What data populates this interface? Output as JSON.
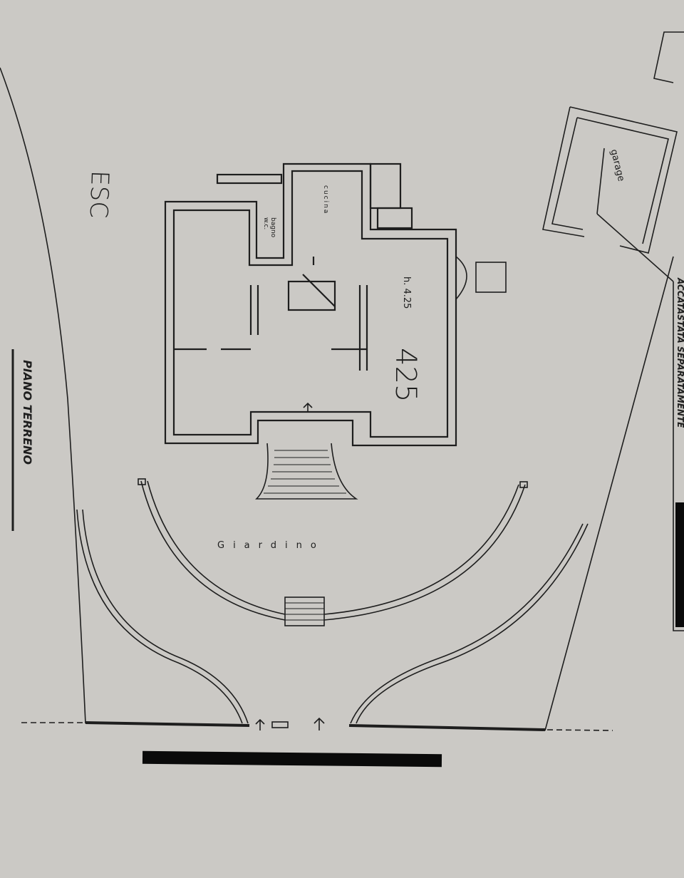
{
  "plan": {
    "title": "PIANO TERRENO",
    "handwritten_code": "ESC",
    "handwritten_height": "425",
    "rooms": {
      "kitchen": "cucina",
      "bathroom": "bagno w.c.",
      "ceiling_height": "h. 4.25",
      "garage": "garage"
    },
    "garden": "Giardino",
    "note": "ACCATASTATA SEPARATAMENTE"
  },
  "colors": {
    "paper": "#cbc9c5",
    "ink": "#1e1e1e",
    "redaction": "#0a0a0a"
  }
}
